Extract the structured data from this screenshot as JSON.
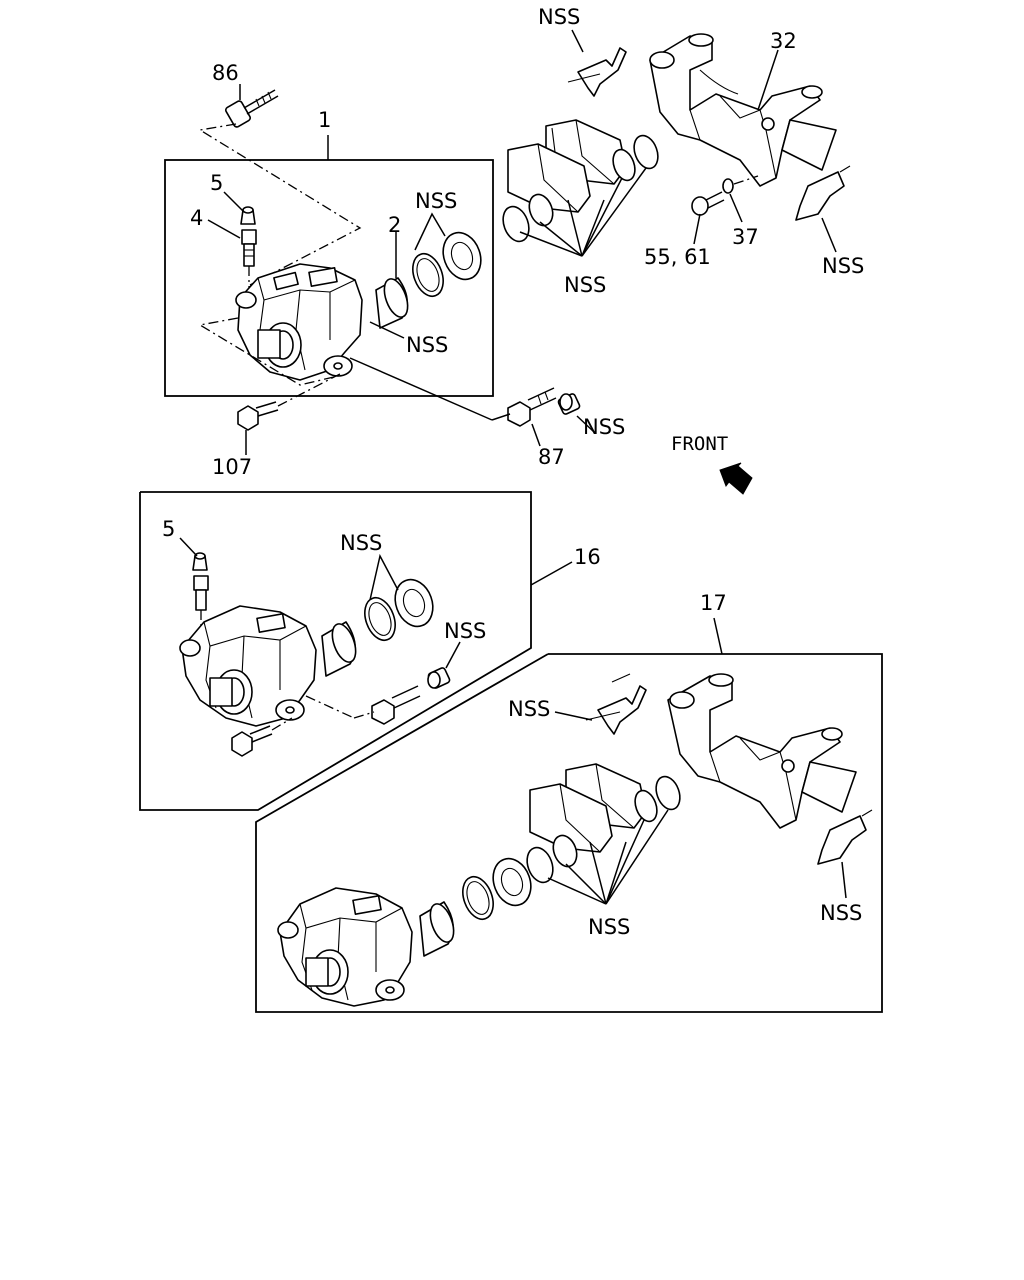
{
  "labels": {
    "n86": "86",
    "n1": "1",
    "n5_top": "5",
    "n4": "4",
    "n2": "2",
    "nss_seal_top": "NSS",
    "nss_caliper_top": "NSS",
    "n107": "107",
    "n87": "87",
    "nss_sleeve_top": "NSS",
    "nss_clip_top": "NSS",
    "n32": "32",
    "nss_pads_top": "NSS",
    "n55_61": "55, 61",
    "n37": "37",
    "nss_shim_top": "NSS",
    "front": "FRONT",
    "n5_mid": "5",
    "nss_seal_mid": "NSS",
    "n16": "16",
    "nss_sleeve_mid": "NSS",
    "n17": "17",
    "nss_clip_bottom": "NSS",
    "nss_pads_bottom": "NSS",
    "nss_shim_bottom": "NSS"
  },
  "colors": {
    "ink": "#000000",
    "paper": "#ffffff"
  },
  "icons": {
    "front_arrow": "front-arrow-icon"
  }
}
